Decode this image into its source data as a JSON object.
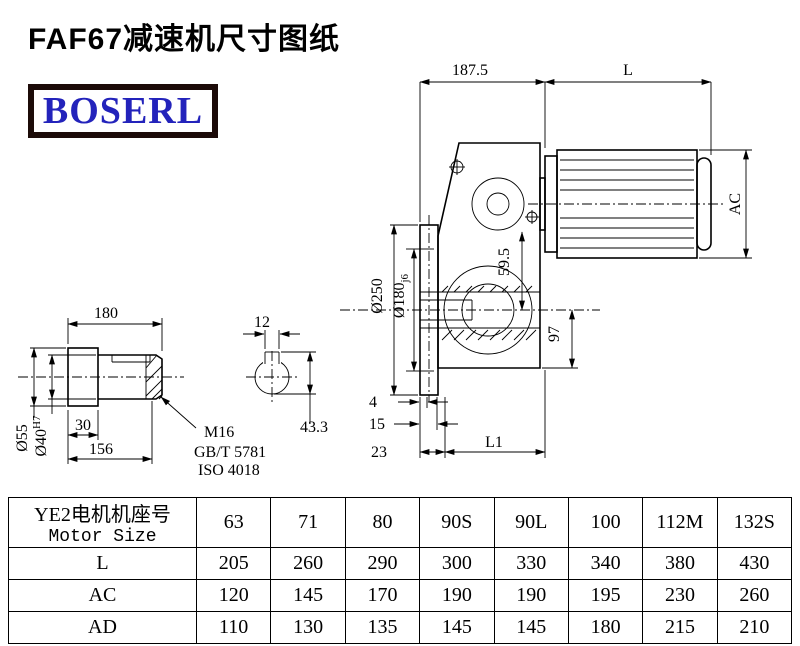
{
  "page": {
    "title": "FAF67减速机尺寸图纸"
  },
  "logo": {
    "text": "BOSERL"
  },
  "drawing": {
    "dims": {
      "top_width": "187.5",
      "motor_length": "L",
      "motor_height": "AC",
      "flange_diameter": "Ø250",
      "spigot_diameter": "Ø180",
      "spigot_tolerance": "j6",
      "axis_to_face": "59.5",
      "axis_to_bottom": "97",
      "step_4": "4",
      "step_15": "15",
      "step_23": "23",
      "length_L1": "L1",
      "shaft_length": "180",
      "shoulder_length": "30",
      "thread_length": "156",
      "shaft_diameter": "Ø55",
      "bore_diameter": "Ø40",
      "bore_tolerance": "H7",
      "key_width": "12",
      "key_depth": "43.3",
      "thread": "M16",
      "standard_gb": "GB/T 5781",
      "standard_iso": "ISO 4018"
    }
  },
  "table": {
    "header": {
      "line1": "YE2电机机座号",
      "line2": "Motor Size"
    },
    "columns": [
      "63",
      "71",
      "80",
      "90S",
      "90L",
      "100",
      "112M",
      "132S"
    ],
    "rows": [
      {
        "label": "L",
        "values": [
          "205",
          "260",
          "290",
          "300",
          "330",
          "340",
          "380",
          "430"
        ]
      },
      {
        "label": "AC",
        "values": [
          "120",
          "145",
          "170",
          "190",
          "190",
          "195",
          "230",
          "260"
        ]
      },
      {
        "label": "AD",
        "values": [
          "110",
          "130",
          "135",
          "145",
          "145",
          "180",
          "215",
          "210"
        ]
      }
    ]
  }
}
